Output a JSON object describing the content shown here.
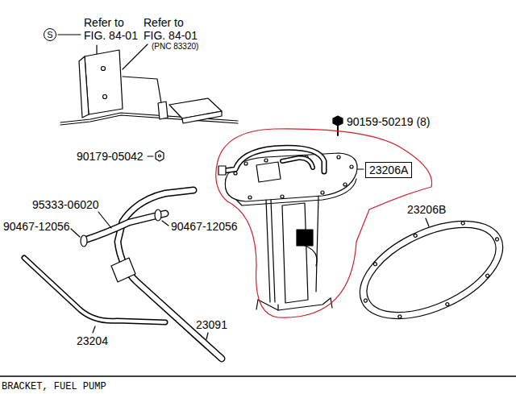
{
  "diagram": {
    "caption": "BRACKET, FUEL PUMP",
    "nodes": [
      {
        "text": [
          "S"
        ]
      },
      {
        "text": [
          "23206A"
        ]
      }
    ],
    "labels": [
      "Refer to FIG. 84-01",
      "Refer to FIG. 84-01",
      "(PNC 83320)",
      "90159-50219 (8)",
      "23206B",
      "90179-05042",
      "95333-06020",
      "90467-12056",
      "90467-12056",
      "23204",
      "23091"
    ]
  }
}
